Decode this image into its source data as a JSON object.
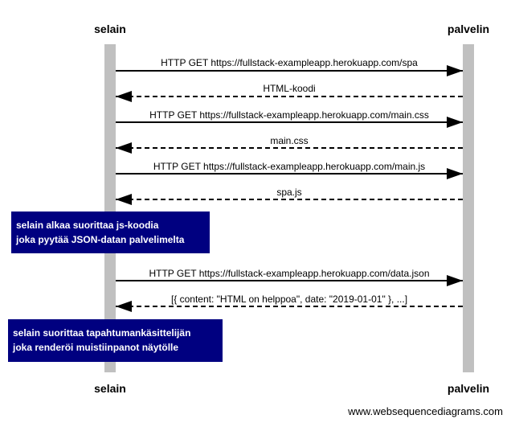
{
  "participants": {
    "browser": "selain",
    "server": "palvelin"
  },
  "messages": [
    {
      "label": "HTTP GET  https://fullstack-exampleapp.herokuapp.com/spa",
      "direction": "request",
      "style": "solid"
    },
    {
      "label": "HTML-koodi",
      "direction": "response",
      "style": "dashed"
    },
    {
      "label": "HTTP GET https://fullstack-exampleapp.herokuapp.com/main.css",
      "direction": "request",
      "style": "solid"
    },
    {
      "label": "main.css",
      "direction": "response",
      "style": "dashed"
    },
    {
      "label": "HTTP GET https://fullstack-exampleapp.herokuapp.com/main.js",
      "direction": "request",
      "style": "solid"
    },
    {
      "label": "spa.js",
      "direction": "response",
      "style": "dashed"
    },
    {
      "label": "HTTP GET https://fullstack-exampleapp.herokuapp.com/data.json",
      "direction": "request",
      "style": "solid"
    },
    {
      "label": "[{ content: \"HTML on helppoa\", date: \"2019-01-01\" }, ...]",
      "direction": "response",
      "style": "dashed"
    }
  ],
  "notes": [
    {
      "lines": [
        "selain alkaa suorittaa js-koodia",
        "joka pyytää JSON-datan palvelimelta"
      ]
    },
    {
      "lines": [
        "selain suorittaa tapahtumankäsittelijän",
        "joka renderöi muistiinpanot näytölle"
      ]
    }
  ],
  "watermark": "www.websequencediagrams.com",
  "colors": {
    "lifeline": "#c0c0c0",
    "note_fill": "#000080",
    "note_text": "#ffffff",
    "arrow": "#000000"
  }
}
